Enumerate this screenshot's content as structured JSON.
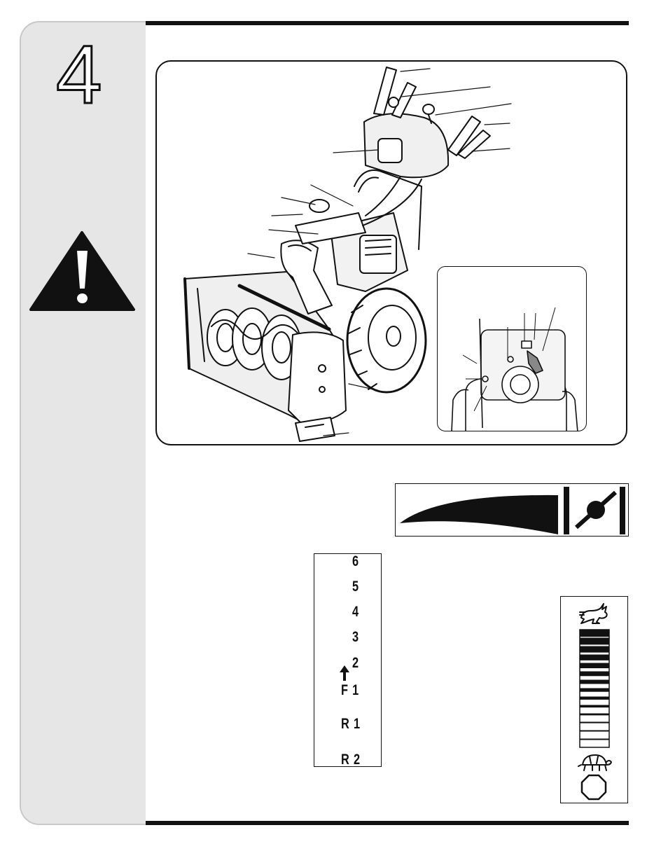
{
  "chapter": {
    "number": "4"
  },
  "icons": {
    "warning": "warning-triangle-icon",
    "rabbit": "rabbit-fast-icon",
    "turtle": "turtle-slow-icon",
    "stop": "stop-octagon-icon",
    "choke": "choke-icon"
  },
  "gear_selector": {
    "labels": [
      "6",
      "5",
      "4",
      "3",
      "2",
      "F 1",
      "R 1",
      "R 2"
    ]
  },
  "throttle": {
    "segments": 14
  },
  "colors": {
    "ink": "#111111",
    "sidebar": "#e6e6e6"
  }
}
